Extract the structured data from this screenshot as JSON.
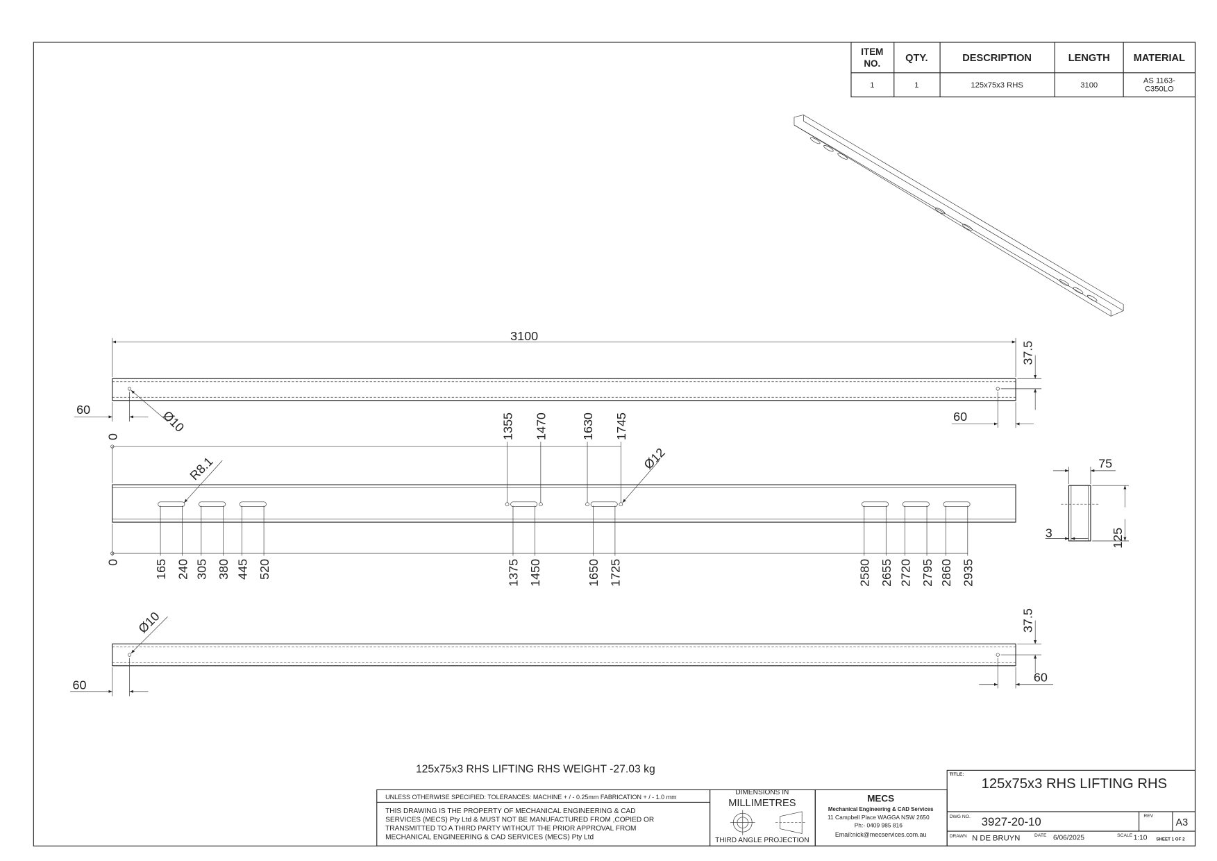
{
  "bom": {
    "headers": {
      "item_line1": "ITEM",
      "item_line2": "NO.",
      "qty": "QTY.",
      "description": "DESCRIPTION",
      "length": "LENGTH",
      "material": "MATERIAL"
    },
    "row": {
      "item": "1",
      "qty": "1",
      "description": "125x75x3 RHS",
      "length": "3100",
      "material_line1": "AS 1163-",
      "material_line2": "C350LO"
    }
  },
  "top_view": {
    "overall_length": "3100",
    "edge_offset": "37.5",
    "left_hole_offset": "60",
    "right_hole_offset": "60",
    "hole_dia": "Ø10"
  },
  "side_view": {
    "top_dims": [
      1355,
      1470,
      1630,
      1745
    ],
    "bottom_dims": [
      165,
      240,
      305,
      380,
      445,
      520,
      1375,
      1450,
      1650,
      1725,
      2580,
      2655,
      2720,
      2795,
      2860,
      2935
    ],
    "origin_label": "0",
    "radius_label": "R8.1",
    "hole_dia": "Ø12",
    "total_length_mm": 3100
  },
  "section_view": {
    "width": "75",
    "height": "125",
    "wall": "3"
  },
  "bottom_view": {
    "edge_offset": "37.5",
    "left_hole_offset": "60",
    "right_hole_offset": "60",
    "hole_dia": "Ø10"
  },
  "weight_note": "125x75x3 RHS LIFTING RHS WEIGHT -27.03 kg",
  "title_block": {
    "tolerances": "UNLESS OTHERWISE SPECIFIED: TOLERANCES: MACHINE + / - 0.25mm  FABRICATION + / - 1.0 mm",
    "property_lines": [
      "THIS DRAWING IS THE PROPERTY OF MECHANICAL ENGINEERING & CAD",
      "SERVICES (MECS) Pty Ltd & MUST NOT BE MANUFACTURED FROM ,COPIED OR",
      "TRANSMITTED TO A THIRD PARTY WITHOUT THE PRIOR APPROVAL FROM",
      "MECHANICAL ENGINEERING & CAD SERVICES (MECS) Pty Ltd"
    ],
    "dimensions_in": "DIMENSIONS IN",
    "units": "MILLIMETRES",
    "projection": "THIRD ANGLE PROJECTION",
    "company_logo": "MECS",
    "company_name": "Mechanical Engineering & CAD Services",
    "address": "11 Campbell Place WAGGA NSW 2650",
    "phone": "Ph:- 0409 985 816",
    "email": "Email:nick@mecservices.com.au",
    "title_label": "TITLE:",
    "title": "125x75x3 RHS LIFTING RHS",
    "dwg_no_label": "DWG NO.",
    "dwg_no": "3927-20-10",
    "rev_label": "REV",
    "size": "A3",
    "drawn_label": "DRAWN",
    "drawn_by": "N DE BRUYN",
    "date_label": "DATE",
    "date": "6/06/2025",
    "scale_label": "SCALE",
    "scale": "1:10",
    "sheet": "SHEET 1 OF 2"
  }
}
